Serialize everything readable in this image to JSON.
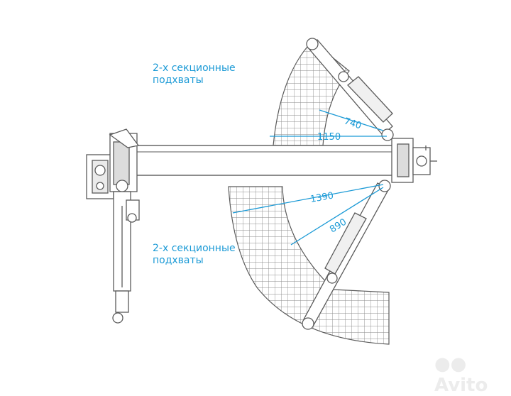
{
  "captions": {
    "top": {
      "line1": "2-х секционные",
      "line2": "подхваты"
    },
    "bottom": {
      "line1": "2-х секционные",
      "line2": "подхваты"
    }
  },
  "dimensions": {
    "upper_inner": "740",
    "upper_outer": "1150",
    "lower_outer": "1390",
    "lower_inner": "890"
  },
  "watermark": "Avito",
  "colors": {
    "line": "#5a5a5a",
    "accent": "#1b9ad6",
    "grid": "#8a8a8a",
    "watermark": "#e6e6e6"
  }
}
